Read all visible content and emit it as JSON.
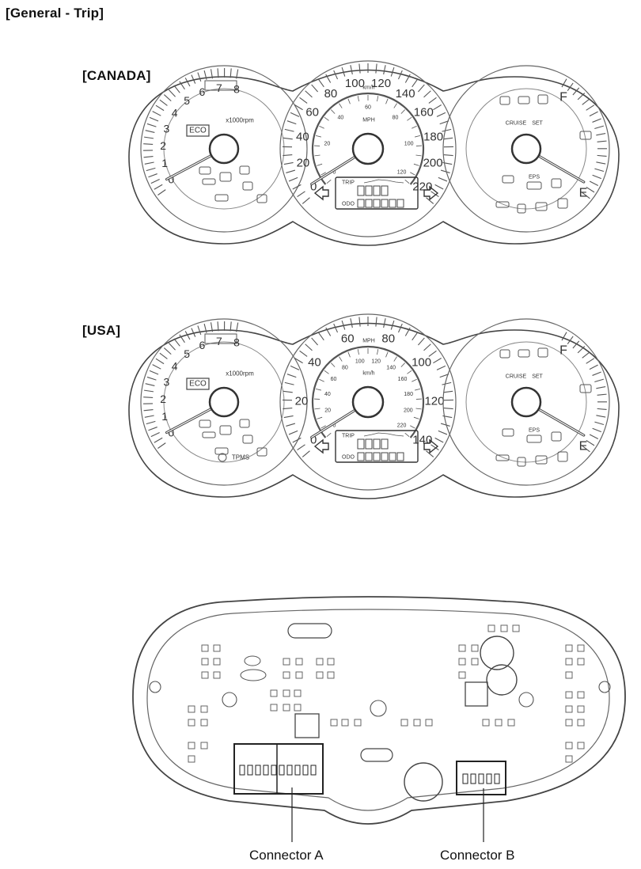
{
  "title": "[General - Trip]",
  "variants": [
    {
      "label": "[CANADA]",
      "tach": {
        "marks": [
          "0",
          "1",
          "2",
          "3",
          "4",
          "5",
          "6",
          "7",
          "8"
        ],
        "unit": "x1000rpm",
        "eco": "ECO"
      },
      "speedo": {
        "outer_marks": [
          "0",
          "20",
          "40",
          "60",
          "80",
          "100",
          "120",
          "140",
          "160",
          "180",
          "200",
          "220"
        ],
        "outer_unit": "km/h",
        "inner_marks": [
          "0",
          "20",
          "40",
          "60",
          "80",
          "100",
          "120"
        ],
        "inner_unit": "MPH"
      },
      "fuel": {
        "full": "F",
        "empty": "E",
        "cruise": "CRUISE",
        "set": "SET",
        "eps": "EPS"
      }
    },
    {
      "label": "[USA]",
      "tach": {
        "marks": [
          "0",
          "1",
          "2",
          "3",
          "4",
          "5",
          "6",
          "7",
          "8"
        ],
        "unit": "x1000rpm",
        "eco": "ECO",
        "tpms": "TPMS"
      },
      "speedo": {
        "outer_marks": [
          "0",
          "20",
          "40",
          "60",
          "80",
          "100",
          "120",
          "140"
        ],
        "outer_unit": "MPH",
        "inner_marks": [
          "0",
          "20",
          "40",
          "60",
          "80",
          "100",
          "120",
          "140",
          "160",
          "180",
          "200",
          "220"
        ],
        "inner_unit": "km/h"
      },
      "fuel": {
        "full": "F",
        "empty": "E",
        "cruise": "CRUISE",
        "set": "SET",
        "eps": "EPS"
      }
    }
  ],
  "lcd": {
    "trip": "TRIP",
    "odo": "ODO"
  },
  "connectors": {
    "a": "Connector A",
    "b": "Connector B"
  }
}
